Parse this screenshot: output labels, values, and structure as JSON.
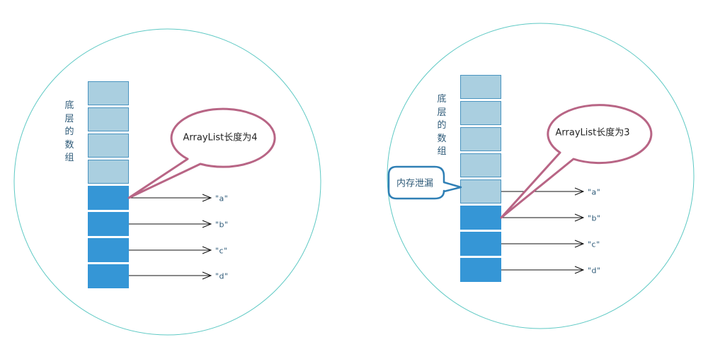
{
  "colors": {
    "circle_stroke": "#5ec9c4",
    "cell_empty_fill": "#aacfe0",
    "cell_empty_stroke": "#4a94c0",
    "cell_filled_fill": "#3596d6",
    "bubble_stroke": "#b86585",
    "leak_bubble_stroke": "#2f7fb5",
    "arrow": "#111111",
    "label_text": "#2e5a78"
  },
  "diagrams": [
    {
      "id": "before",
      "array_label": [
        "底",
        "层",
        "的",
        "数",
        "组"
      ],
      "cells": [
        "empty",
        "empty",
        "empty",
        "empty",
        "filled",
        "filled",
        "filled",
        "filled"
      ],
      "references": [
        {
          "cell_index": 4,
          "value": "\"a\""
        },
        {
          "cell_index": 5,
          "value": "\"b\""
        },
        {
          "cell_index": 6,
          "value": "\"c\""
        },
        {
          "cell_index": 7,
          "value": "\"d\""
        }
      ],
      "size_bubble": {
        "text": "ArrayList长度为4",
        "points_to_cell": 4
      }
    },
    {
      "id": "after",
      "array_label": [
        "底",
        "层",
        "的",
        "数",
        "组"
      ],
      "cells": [
        "empty",
        "empty",
        "empty",
        "empty",
        "empty",
        "filled",
        "filled",
        "filled"
      ],
      "references": [
        {
          "cell_index": 4,
          "value": "\"a\""
        },
        {
          "cell_index": 5,
          "value": "\"b\""
        },
        {
          "cell_index": 6,
          "value": "\"c\""
        },
        {
          "cell_index": 7,
          "value": "\"d\""
        }
      ],
      "size_bubble": {
        "text": "ArrayList长度为3",
        "points_to_cell": 5
      },
      "leak_bubble": {
        "text": "内存泄漏",
        "points_to_cell": 4
      }
    }
  ]
}
